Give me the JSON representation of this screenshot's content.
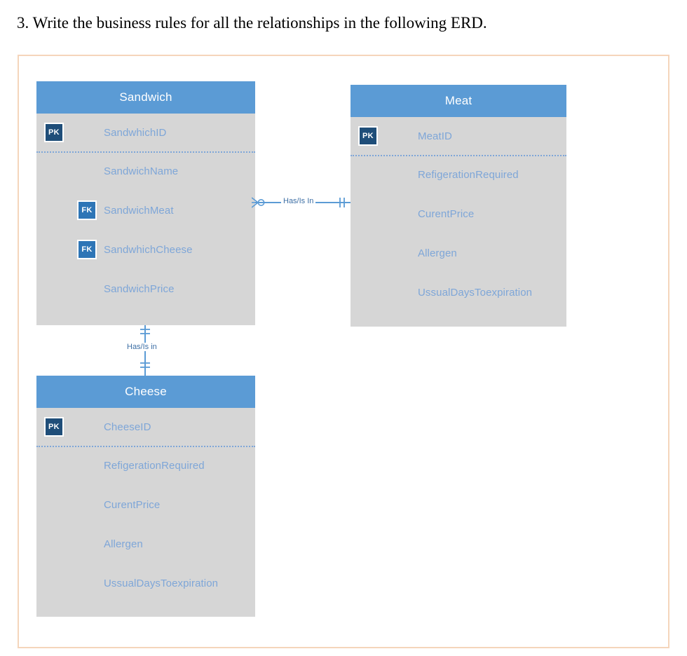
{
  "question": {
    "text": "3. Write the business rules for all the relationships in the following ERD."
  },
  "colors": {
    "entity_header": "#5b9bd5",
    "entity_body": "#d6d6d6",
    "pk_badge": "#1f4e79",
    "fk_badge": "#2e75b6",
    "attribute_text": "#7ea6d8",
    "connector": "#5b9bd5",
    "page_border": "#f5d5bb"
  },
  "erd": {
    "entities": [
      {
        "id": "sandwich",
        "title": "Sandwich",
        "attributes": [
          {
            "key": "PK",
            "name": "SandwhichID"
          },
          {
            "key": "",
            "name": "SandwichName"
          },
          {
            "key": "FK",
            "name": "SandwichMeat"
          },
          {
            "key": "FK",
            "name": "SandwhichCheese"
          },
          {
            "key": "",
            "name": "SandwichPrice"
          }
        ]
      },
      {
        "id": "meat",
        "title": "Meat",
        "attributes": [
          {
            "key": "PK",
            "name": "MeatID"
          },
          {
            "key": "",
            "name": "RefigerationRequired"
          },
          {
            "key": "",
            "name": "CurentPrice"
          },
          {
            "key": "",
            "name": "Allergen"
          },
          {
            "key": "",
            "name": "UssualDaysToexpiration"
          }
        ]
      },
      {
        "id": "cheese",
        "title": "Cheese",
        "attributes": [
          {
            "key": "PK",
            "name": "CheeseID"
          },
          {
            "key": "",
            "name": "RefigerationRequired"
          },
          {
            "key": "",
            "name": "CurentPrice"
          },
          {
            "key": "",
            "name": "Allergen"
          },
          {
            "key": "",
            "name": "UssualDaysToexpiration"
          }
        ]
      }
    ],
    "relationships": [
      {
        "id": "sandwich-meat",
        "label": "Has/Is In",
        "from": "sandwich",
        "to": "meat",
        "orientation": "horizontal",
        "from_cardinality": "zero-or-many",
        "to_cardinality": "exactly-one"
      },
      {
        "id": "sandwich-cheese",
        "label": "Has/Is in",
        "from": "sandwich",
        "to": "cheese",
        "orientation": "vertical",
        "from_cardinality": "exactly-one",
        "to_cardinality": "exactly-one"
      }
    ]
  }
}
